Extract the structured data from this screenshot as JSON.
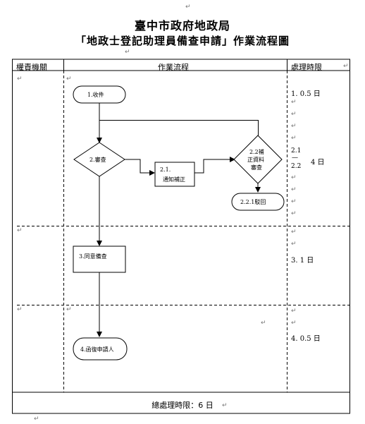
{
  "header": {
    "title_line1": "臺中市政府地政局",
    "title_line2": "「地政士登記助理員備查申請」作業流程圖"
  },
  "table": {
    "col_authority": "權責機關",
    "col_process": "作業流程",
    "col_time": "處理時限"
  },
  "flow": {
    "step1": "1.收件",
    "step2": "2.審查",
    "step2_1_a": "2.1.",
    "step2_1_b": "通知補正",
    "step2_2_a": "2.2補",
    "step2_2_b": "正資料",
    "step2_2_c": "審查",
    "step2_2_1": "2.2.1駁回",
    "step3": "3.同意備查",
    "step4": "4.函復申請人"
  },
  "times": {
    "t1": "1. 0.5 日",
    "t2_top": "2.1",
    "t2_mid": "—",
    "t2_bot": "2.2",
    "t2_days": "4 日",
    "t3": "3.  1 日",
    "t4": "4.  0.5 日"
  },
  "footer": {
    "total": "總處理時限：6 日"
  }
}
